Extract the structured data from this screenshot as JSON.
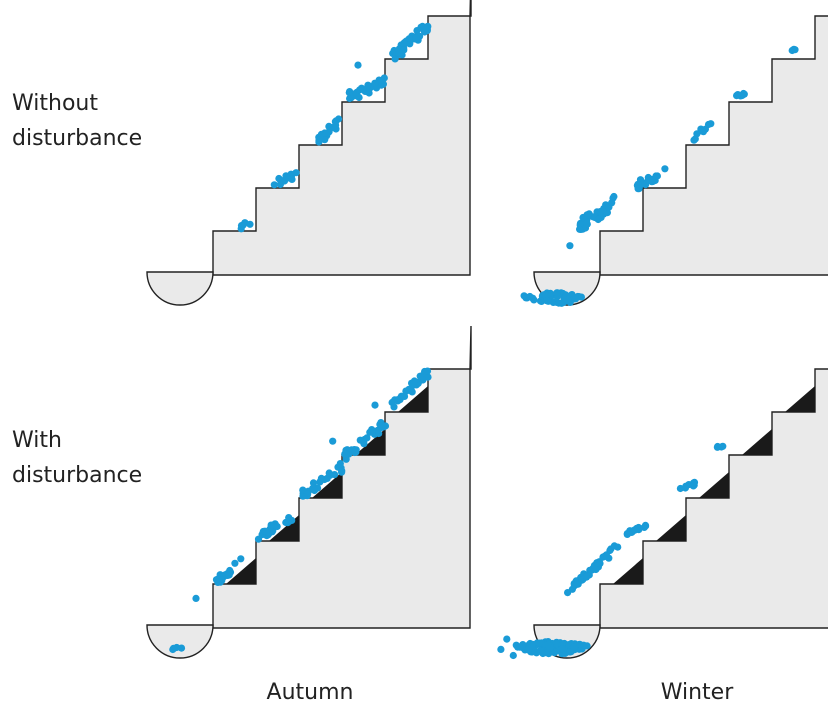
{
  "rows": [
    {
      "label_lines": [
        "Without",
        "disturbance"
      ]
    },
    {
      "label_lines": [
        "With",
        "disturbance"
      ]
    }
  ],
  "columns": [
    {
      "label": "Autumn"
    },
    {
      "label": "Winter"
    }
  ],
  "colors": {
    "dot": "#1a9bd7",
    "stair_fill": "#eaeaea",
    "stroke": "#222222",
    "wedge": "#1a1a1a"
  }
}
